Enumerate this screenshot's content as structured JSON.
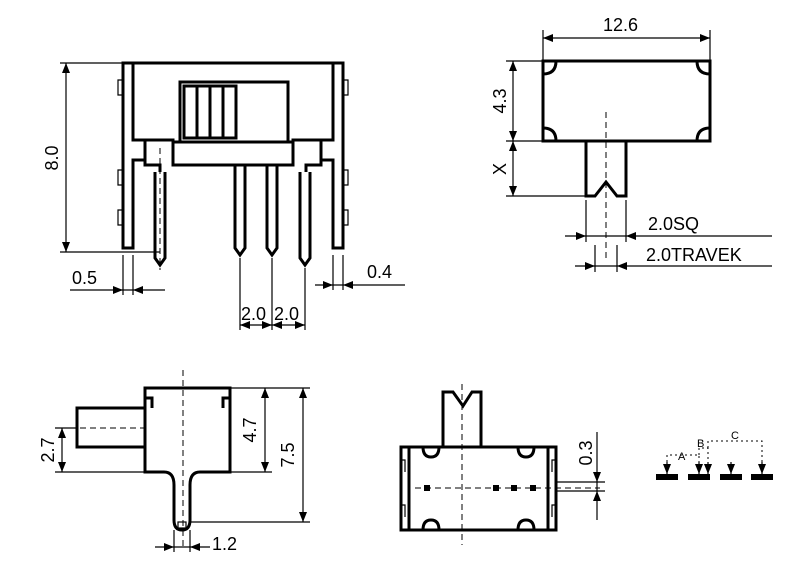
{
  "dimensions": {
    "width_top": "12.6",
    "body_height": "4.3",
    "actuator_height": "X",
    "actuator_sq": "2.0SQ",
    "travel": "2.0TRAVEK",
    "total_height": "8.0",
    "pin_width": "0.5",
    "bracket_thickness": "0.4",
    "pitch_left": "2.0",
    "pitch_right": "2.0",
    "lever_offset": "2.7",
    "side_height": "4.7",
    "side_total": "7.5",
    "pin_side_width": "1.2",
    "bottom_offset": "0.3"
  },
  "schematic": {
    "label_a": "A",
    "label_b": "B",
    "label_c": "C"
  },
  "colors": {
    "ink": "#000000",
    "background": "#ffffff"
  }
}
